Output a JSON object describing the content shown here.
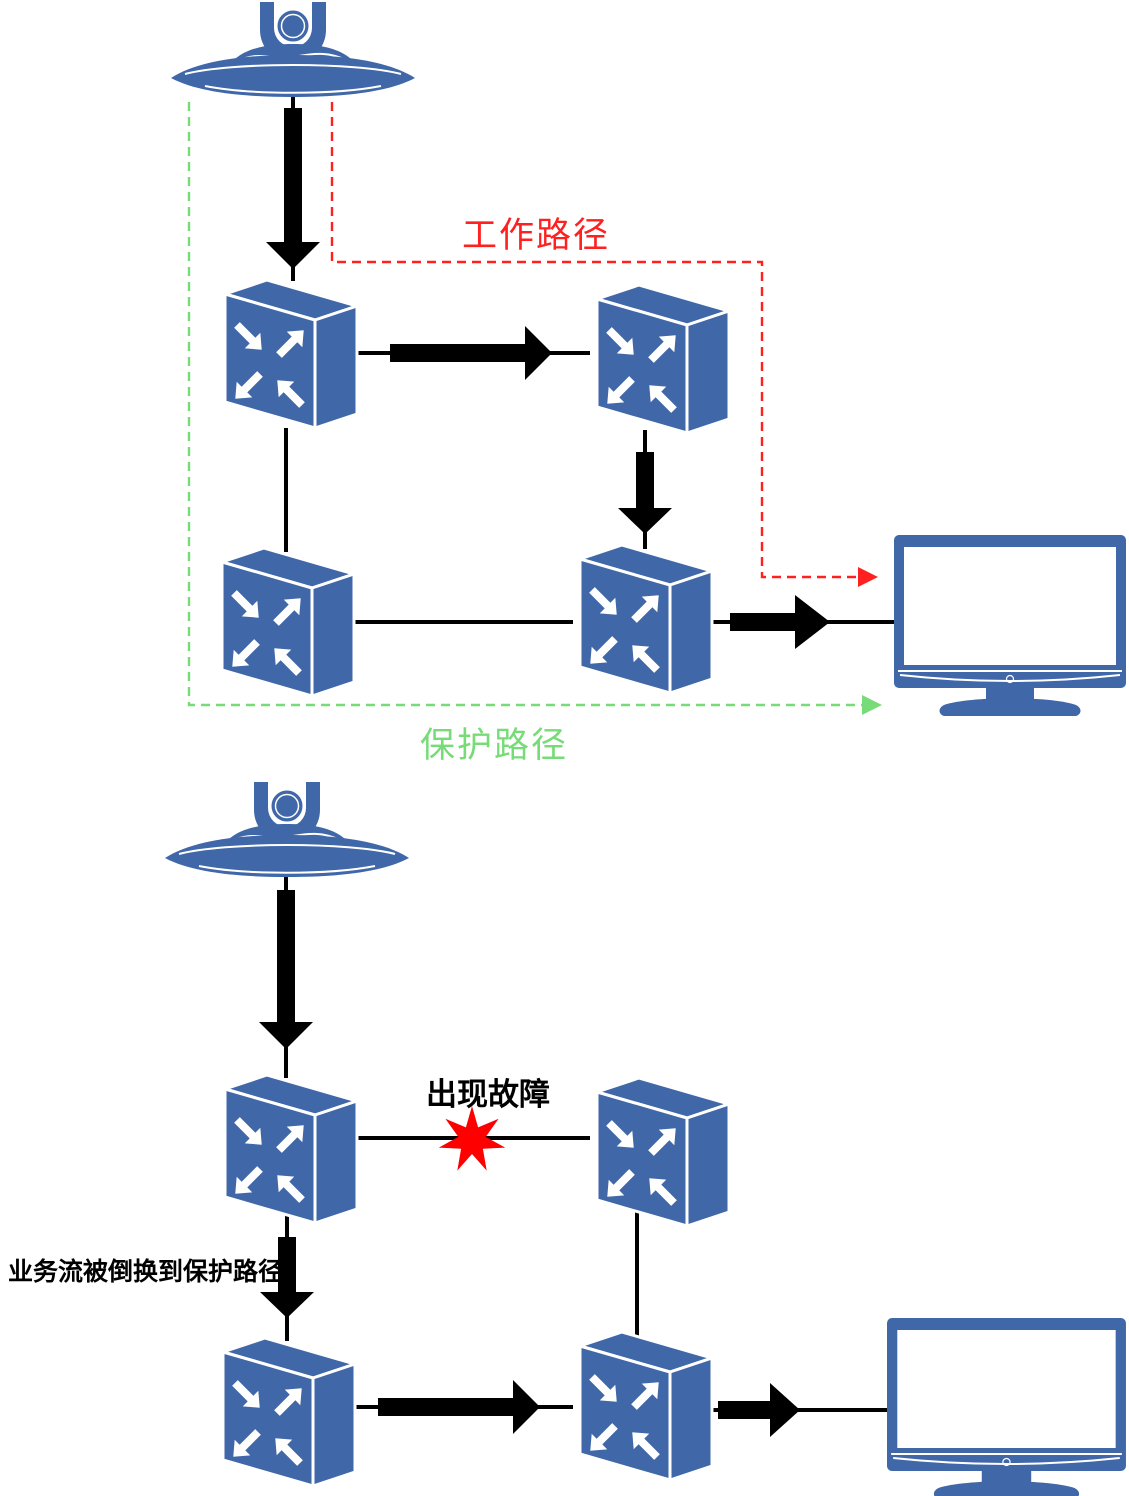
{
  "colors": {
    "device_blue": "#4067A8",
    "working_path_red": "#FF2020",
    "protection_path_green": "#77DC77",
    "failure_red": "#FF0000",
    "flow_black": "#000000"
  },
  "top_diagram": {
    "working_path_label": "工作路径",
    "protection_path_label": "保护路径",
    "source_icon": "video-conference-camera-icon",
    "node_icon": "router-icon",
    "destination_icon": "monitor-icon",
    "router_count": 4
  },
  "bottom_diagram": {
    "failure_label": "出现故障",
    "switchover_label": "业务流被倒换到保护路径",
    "source_icon": "video-conference-camera-icon",
    "node_icon": "router-icon",
    "destination_icon": "monitor-icon",
    "failure_icon": "failure-burst-star-icon",
    "router_count": 4
  }
}
